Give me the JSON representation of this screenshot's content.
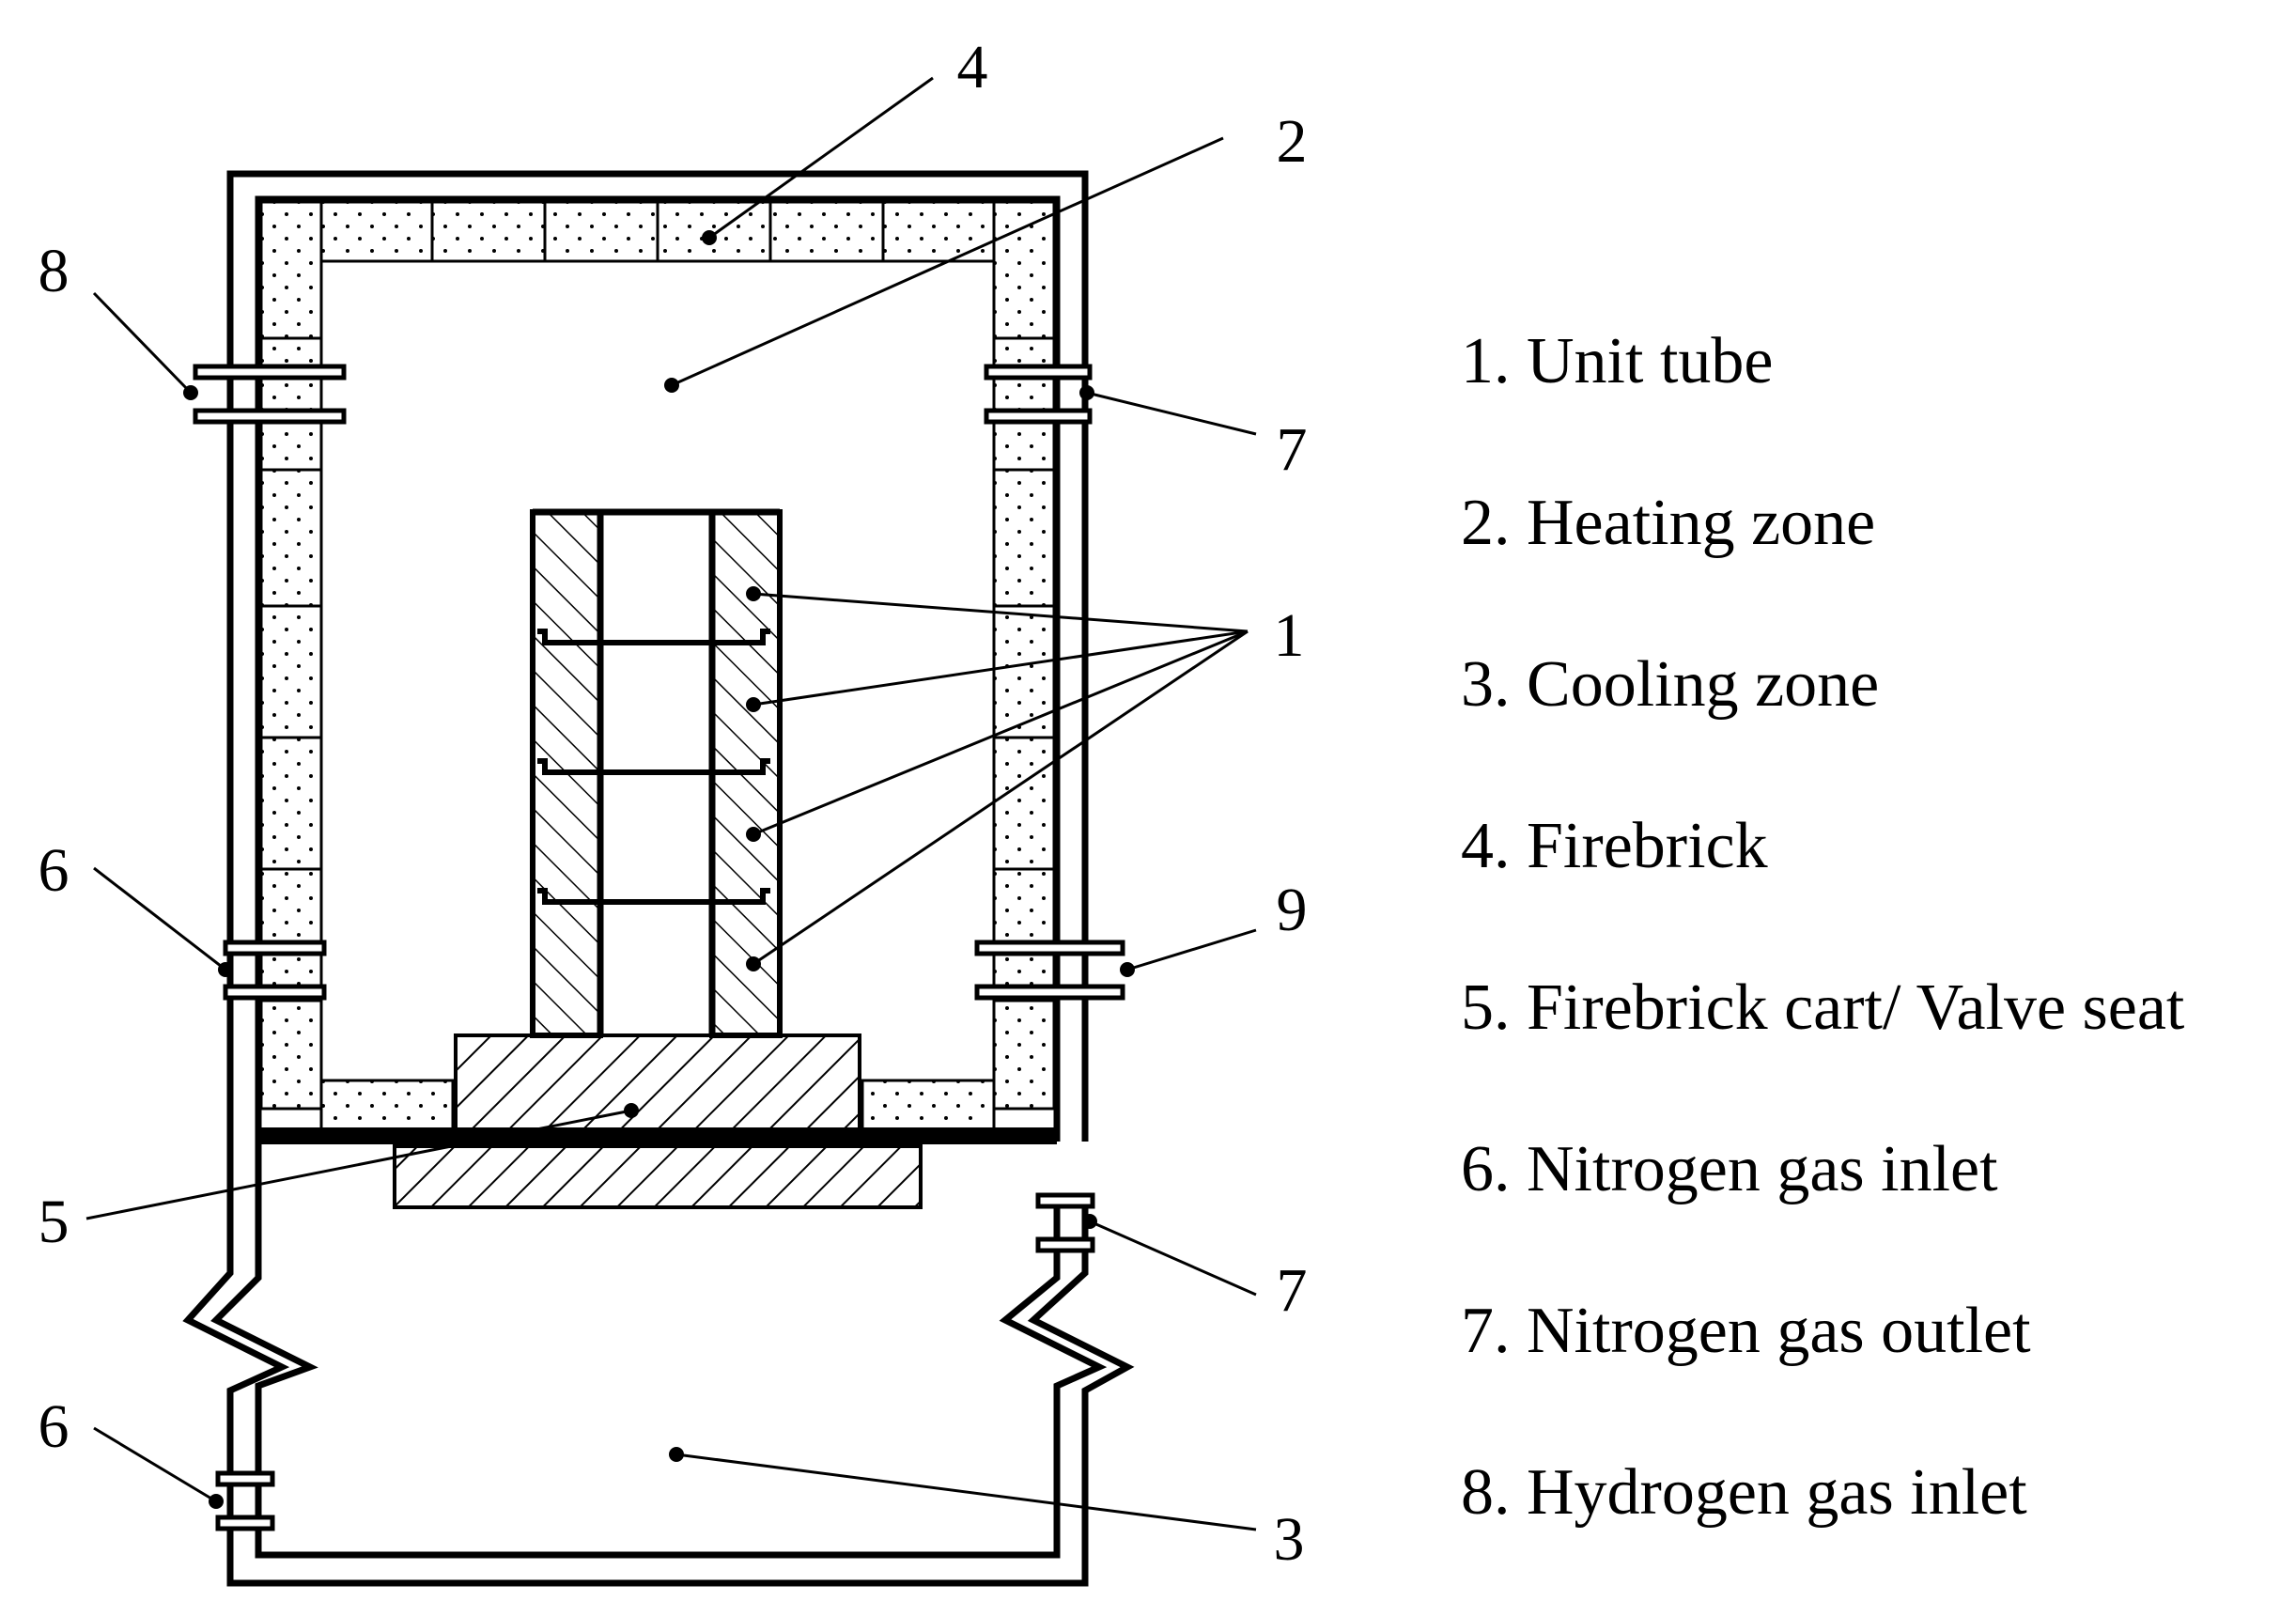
{
  "callouts": {
    "n1": "1",
    "n2": "2",
    "n3": "3",
    "n4": "4",
    "n5": "5",
    "n6_top": "6",
    "n6_bottom": "6",
    "n7_top": "7",
    "n7_bottom": "7",
    "n8": "8",
    "n9": "9"
  },
  "legend": [
    "1. Unit tube",
    "2. Heating zone",
    "3. Cooling zone",
    "4. Firebrick",
    "5. Firebrick cart/ Valve seat",
    "6. Nitrogen gas inlet",
    "7. Nitrogen gas outlet",
    "8. Hydrogen gas inlet"
  ]
}
